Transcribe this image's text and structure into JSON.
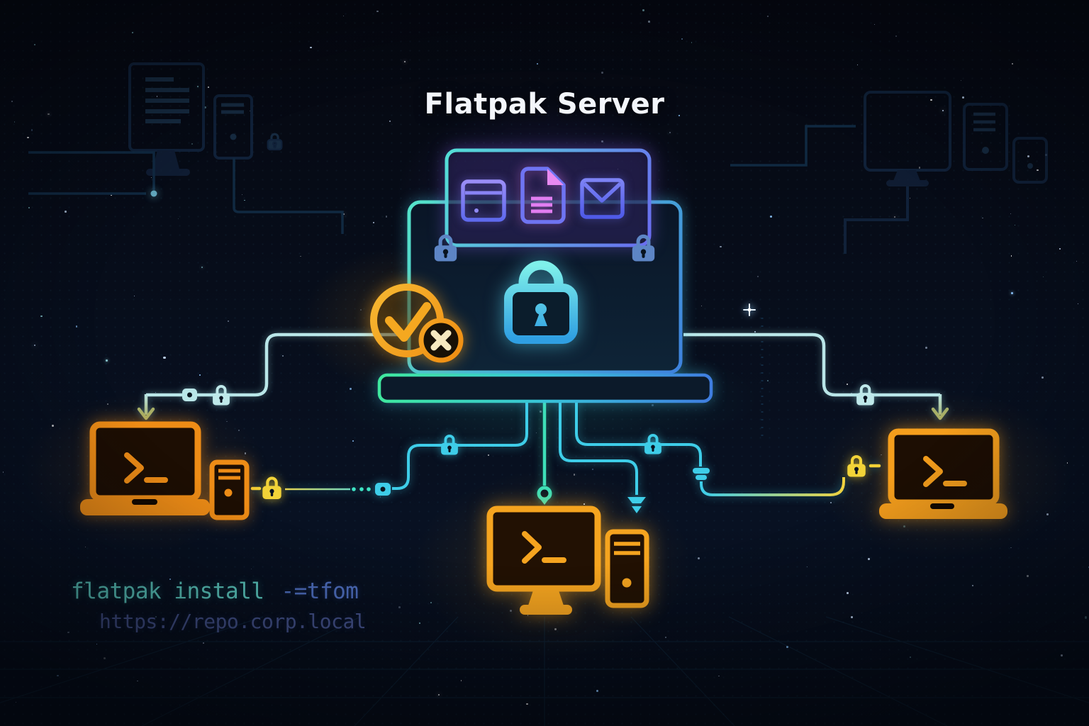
{
  "title": "Flatpak Server",
  "terminal_text": {
    "command": "flatpak install",
    "flag_fragment": "-=tfom",
    "repo_url": "https://repo.corp.local"
  },
  "icons": {
    "server_app_icons": [
      "browser-window-icon",
      "document-icon",
      "mail-envelope-icon"
    ],
    "server_lock": "padlock-icon",
    "badge_icons": [
      "check-badge-icon",
      "x-badge-icon"
    ],
    "connection_icons": [
      "padlock-icon",
      "connector-node-icon",
      "pin-icon",
      "plumb-arrow-icon",
      "down-arrow-icon"
    ],
    "client_icons": [
      "terminal-laptop-icon",
      "terminal-monitor-icon",
      "desktop-tower-icon"
    ]
  },
  "colors": {
    "background": "#060b16",
    "title_text": "#f3f6fb",
    "command_teal": "#5ecfc4",
    "command_blue": "#4f6fc0",
    "url_slate": "#46548e",
    "server_cyan": "#55e3c9",
    "server_blue": "#3e82de",
    "panel_purple": "#6a6cf0",
    "document_pink": "#e27ef2",
    "client_orange": "#ee8c16",
    "client_amber": "#f5a41f",
    "lock_yellow": "#f2d338",
    "badge_orange": "#f5a41f",
    "line_pale_cyan": "#b9e6e8",
    "line_cyan": "#3ecde8",
    "arrow_olive": "#a6b069"
  }
}
